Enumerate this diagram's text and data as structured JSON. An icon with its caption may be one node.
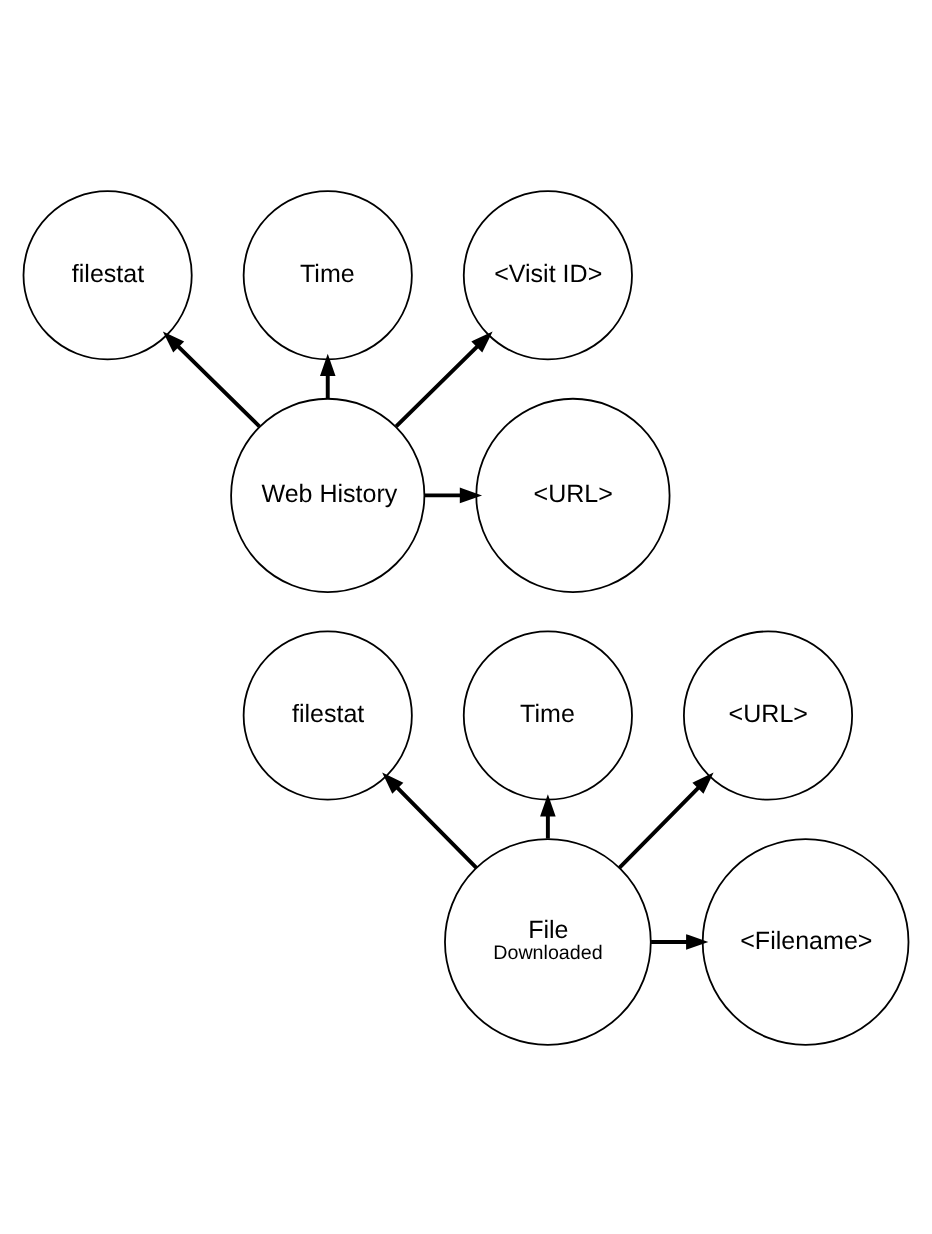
{
  "diagram": {
    "nodes": [
      {
        "text": [
          "filestat"
        ]
      },
      {
        "text": [
          "Time"
        ]
      },
      {
        "text": [
          "<Visit ID>"
        ]
      },
      {
        "text": [
          "<URL>"
        ]
      },
      {
        "text": [
          "Web History"
        ]
      },
      {
        "text": [
          "filestat"
        ]
      },
      {
        "text": [
          "Time"
        ]
      },
      {
        "text": [
          "<URL>"
        ]
      },
      {
        "text": [
          "<Filename>"
        ]
      },
      {
        "text": [
          "File",
          "Downloaded"
        ]
      }
    ],
    "edges": [
      {
        "from": 4,
        "to": 0,
        "arrow": "to"
      },
      {
        "from": 4,
        "to": 1,
        "arrow": "to"
      },
      {
        "from": 4,
        "to": 2,
        "arrow": "to"
      },
      {
        "from": 4,
        "to": 3,
        "arrow": "to"
      },
      {
        "from": 9,
        "to": 5,
        "arrow": "to"
      },
      {
        "from": 9,
        "to": 6,
        "arrow": "to"
      },
      {
        "from": 9,
        "to": 7,
        "arrow": "to"
      },
      {
        "from": 9,
        "to": 8,
        "arrow": "to"
      }
    ]
  }
}
